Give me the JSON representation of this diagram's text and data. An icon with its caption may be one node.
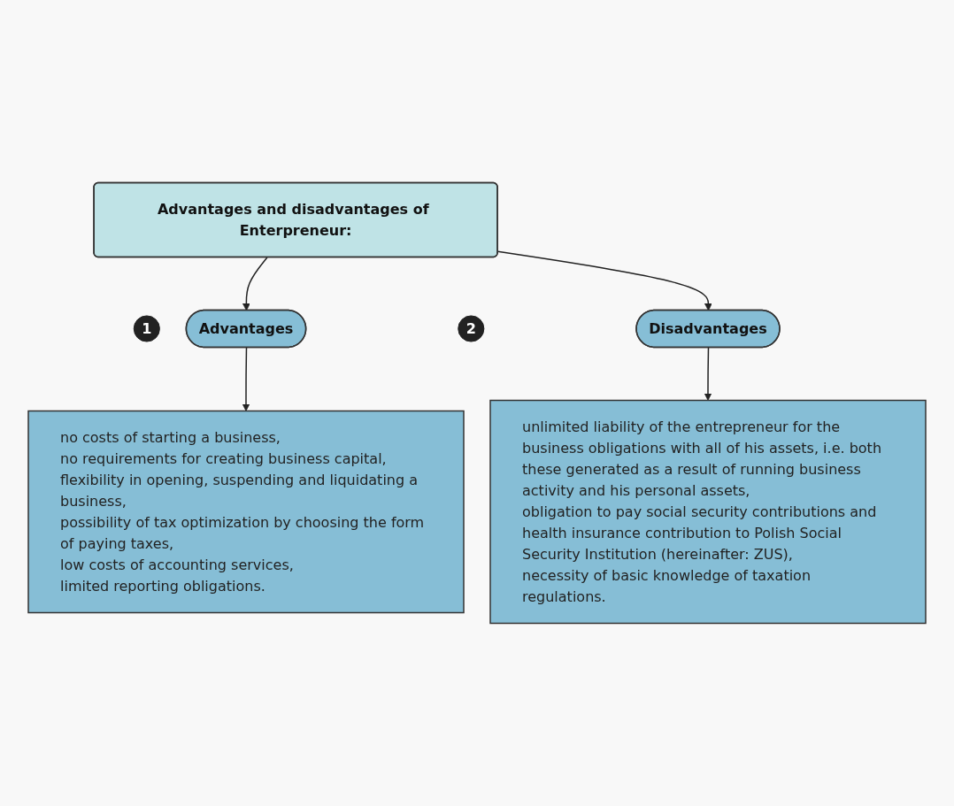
{
  "diagram": {
    "nodes": [
      {
        "text": [
          "Advantages and disadvantages of Enterpreneur:"
        ]
      },
      {
        "text": [
          "1"
        ]
      },
      {
        "text": [
          "Advantages"
        ]
      },
      {
        "text": [
          "2"
        ]
      },
      {
        "text": [
          "Disadvantages"
        ]
      },
      {
        "text": [
          "no costs of starting a business,",
          "no requirements for creating business capital,",
          "flexibility in opening, suspending and liquidating a business,",
          "possibility of tax optimization by choosing the form of paying taxes,",
          "low costs of accounting services,",
          "limited reporting obligations."
        ]
      },
      {
        "text": [
          "unlimited liability of the entrepreneur for the business obligations with all of his assets, i.e. both these generated as a result of running business activity and his personal assets,",
          "obligation to pay social security contributions and health insurance contribution to Polish Social Security Institution (hereinafter: ZUS),",
          "necessity of basic knowledge of taxation regulations."
        ]
      }
    ],
    "edges": [
      {
        "from": 0,
        "to": 2,
        "arrow": "to"
      },
      {
        "from": 0,
        "to": 4,
        "arrow": "to"
      },
      {
        "from": 2,
        "to": 5,
        "arrow": "to"
      },
      {
        "from": 4,
        "to": 6,
        "arrow": "to"
      }
    ]
  }
}
